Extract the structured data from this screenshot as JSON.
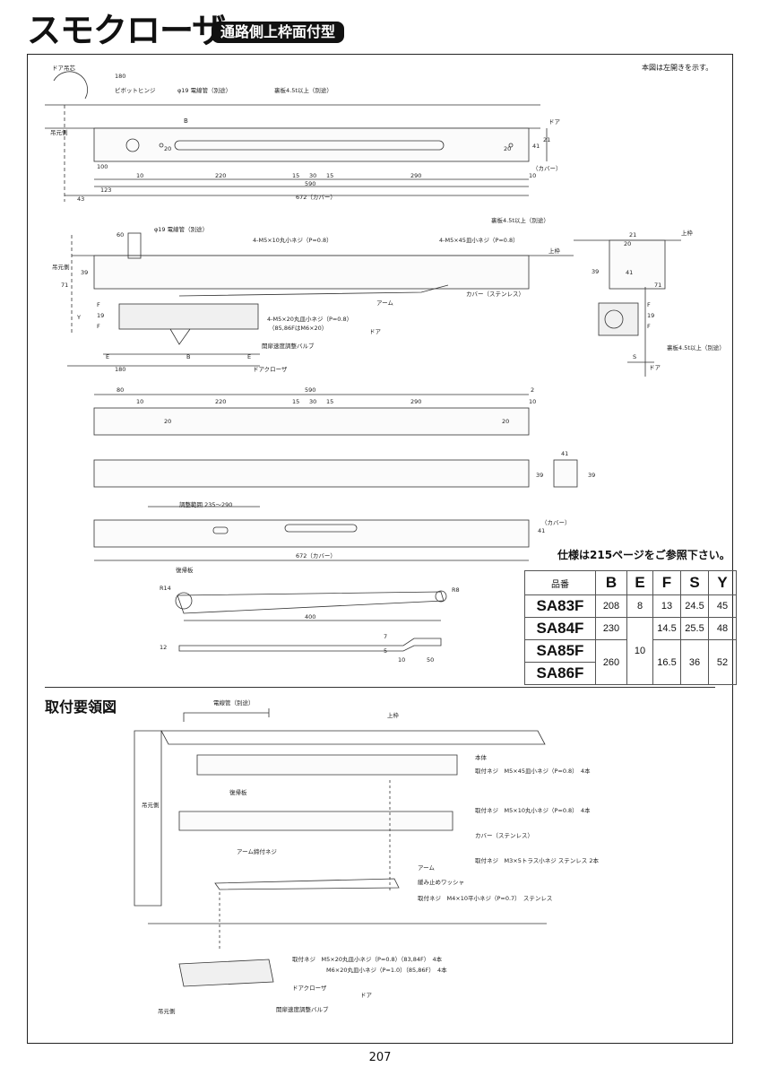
{
  "header": {
    "title": "スモクローザ",
    "badge": "通路側上枠面付型",
    "note": "本図は左開きを示す。"
  },
  "top_view": {
    "labels": [
      "ドア吊芯",
      "180",
      "ピボットヒンジ",
      "φ19 電線管（別途）",
      "裏板4.5t以上（別途）",
      "B",
      "ドア",
      "吊元側",
      "100",
      "123",
      "43",
      "10",
      "220",
      "15",
      "30",
      "15",
      "290",
      "10",
      "590",
      "672（カバー）",
      "20",
      "20",
      "41",
      "21",
      "（カバー）"
    ]
  },
  "side_view": {
    "labels": [
      "φ19 電線管（別途）",
      "60",
      "4-M5×10丸小ネジ（P=0.8）",
      "4-M5×45皿小ネジ（P=0.8）",
      "裏板4.5t以上（別途）",
      "上枠",
      "39",
      "71",
      "吊元側",
      "Y",
      "F",
      "19",
      "F",
      "アーム",
      "カバー（ステンレス）",
      "4-M5×20丸皿小ネジ（P=0.8）",
      "（85,86FはM6×20）",
      "ドア",
      "開扉速度調整バルブ",
      "E",
      "B",
      "E",
      "180",
      "ドアクローザ"
    ]
  },
  "end_view": {
    "labels": [
      "21",
      "20",
      "上枠",
      "39",
      "41",
      "71",
      "F",
      "19",
      "F",
      "S",
      "ドア",
      "裏板4.5t以上（別途）"
    ]
  },
  "body_parts": {
    "labels": [
      "80",
      "10",
      "220",
      "15",
      "30",
      "15",
      "590",
      "290",
      "2",
      "10",
      "20",
      "20",
      "41",
      "39",
      "39",
      "調整範囲 235～290",
      "41",
      "（カバー）",
      "672（カバー）",
      "復帰板"
    ]
  },
  "arm": {
    "labels": [
      "R14",
      "R8",
      "400",
      "12",
      "7",
      "5",
      "10",
      "50"
    ]
  },
  "spec": {
    "note": "仕様は215ページをご参照下さい。",
    "headers": [
      "品番",
      "B",
      "E",
      "F",
      "S",
      "Y"
    ],
    "rows": [
      [
        "SA83F",
        "208",
        "8",
        "13",
        "24.5",
        "45"
      ],
      [
        "SA84F",
        "230",
        "",
        "14.5",
        "25.5",
        "48"
      ],
      [
        "SA85F",
        "260",
        "10",
        "16.5",
        "36",
        "52"
      ],
      [
        "SA86F",
        "",
        "",
        "",
        "",
        ""
      ]
    ]
  },
  "install": {
    "title": "取付要領図",
    "labels": [
      "電線管（別途）",
      "上枠",
      "本体",
      "取付ネジ　M5×45皿小ネジ（P=0.8）　4本",
      "復帰板",
      "取付ネジ　M5×10丸小ネジ（P=0.8）　4本",
      "カバー（ステンレス）",
      "取付ネジ　M3×5トラス小ネジ ステンレス 2本",
      "吊元側",
      "アーム締付ネジ",
      "アーム",
      "緩み止めワッシャ",
      "取付ネジ　M4×10平小ネジ（P=0.7）　ステンレス",
      "取付ネジ　M5×20丸皿小ネジ（P=0.8）（83,84F）　4本",
      "M6×20丸皿小ネジ（P=1.0）（85,86F）　4本",
      "ドアクローザ",
      "ドア",
      "開扉速度調整バルブ",
      "吊元側"
    ]
  },
  "footer": {
    "page": "207"
  }
}
